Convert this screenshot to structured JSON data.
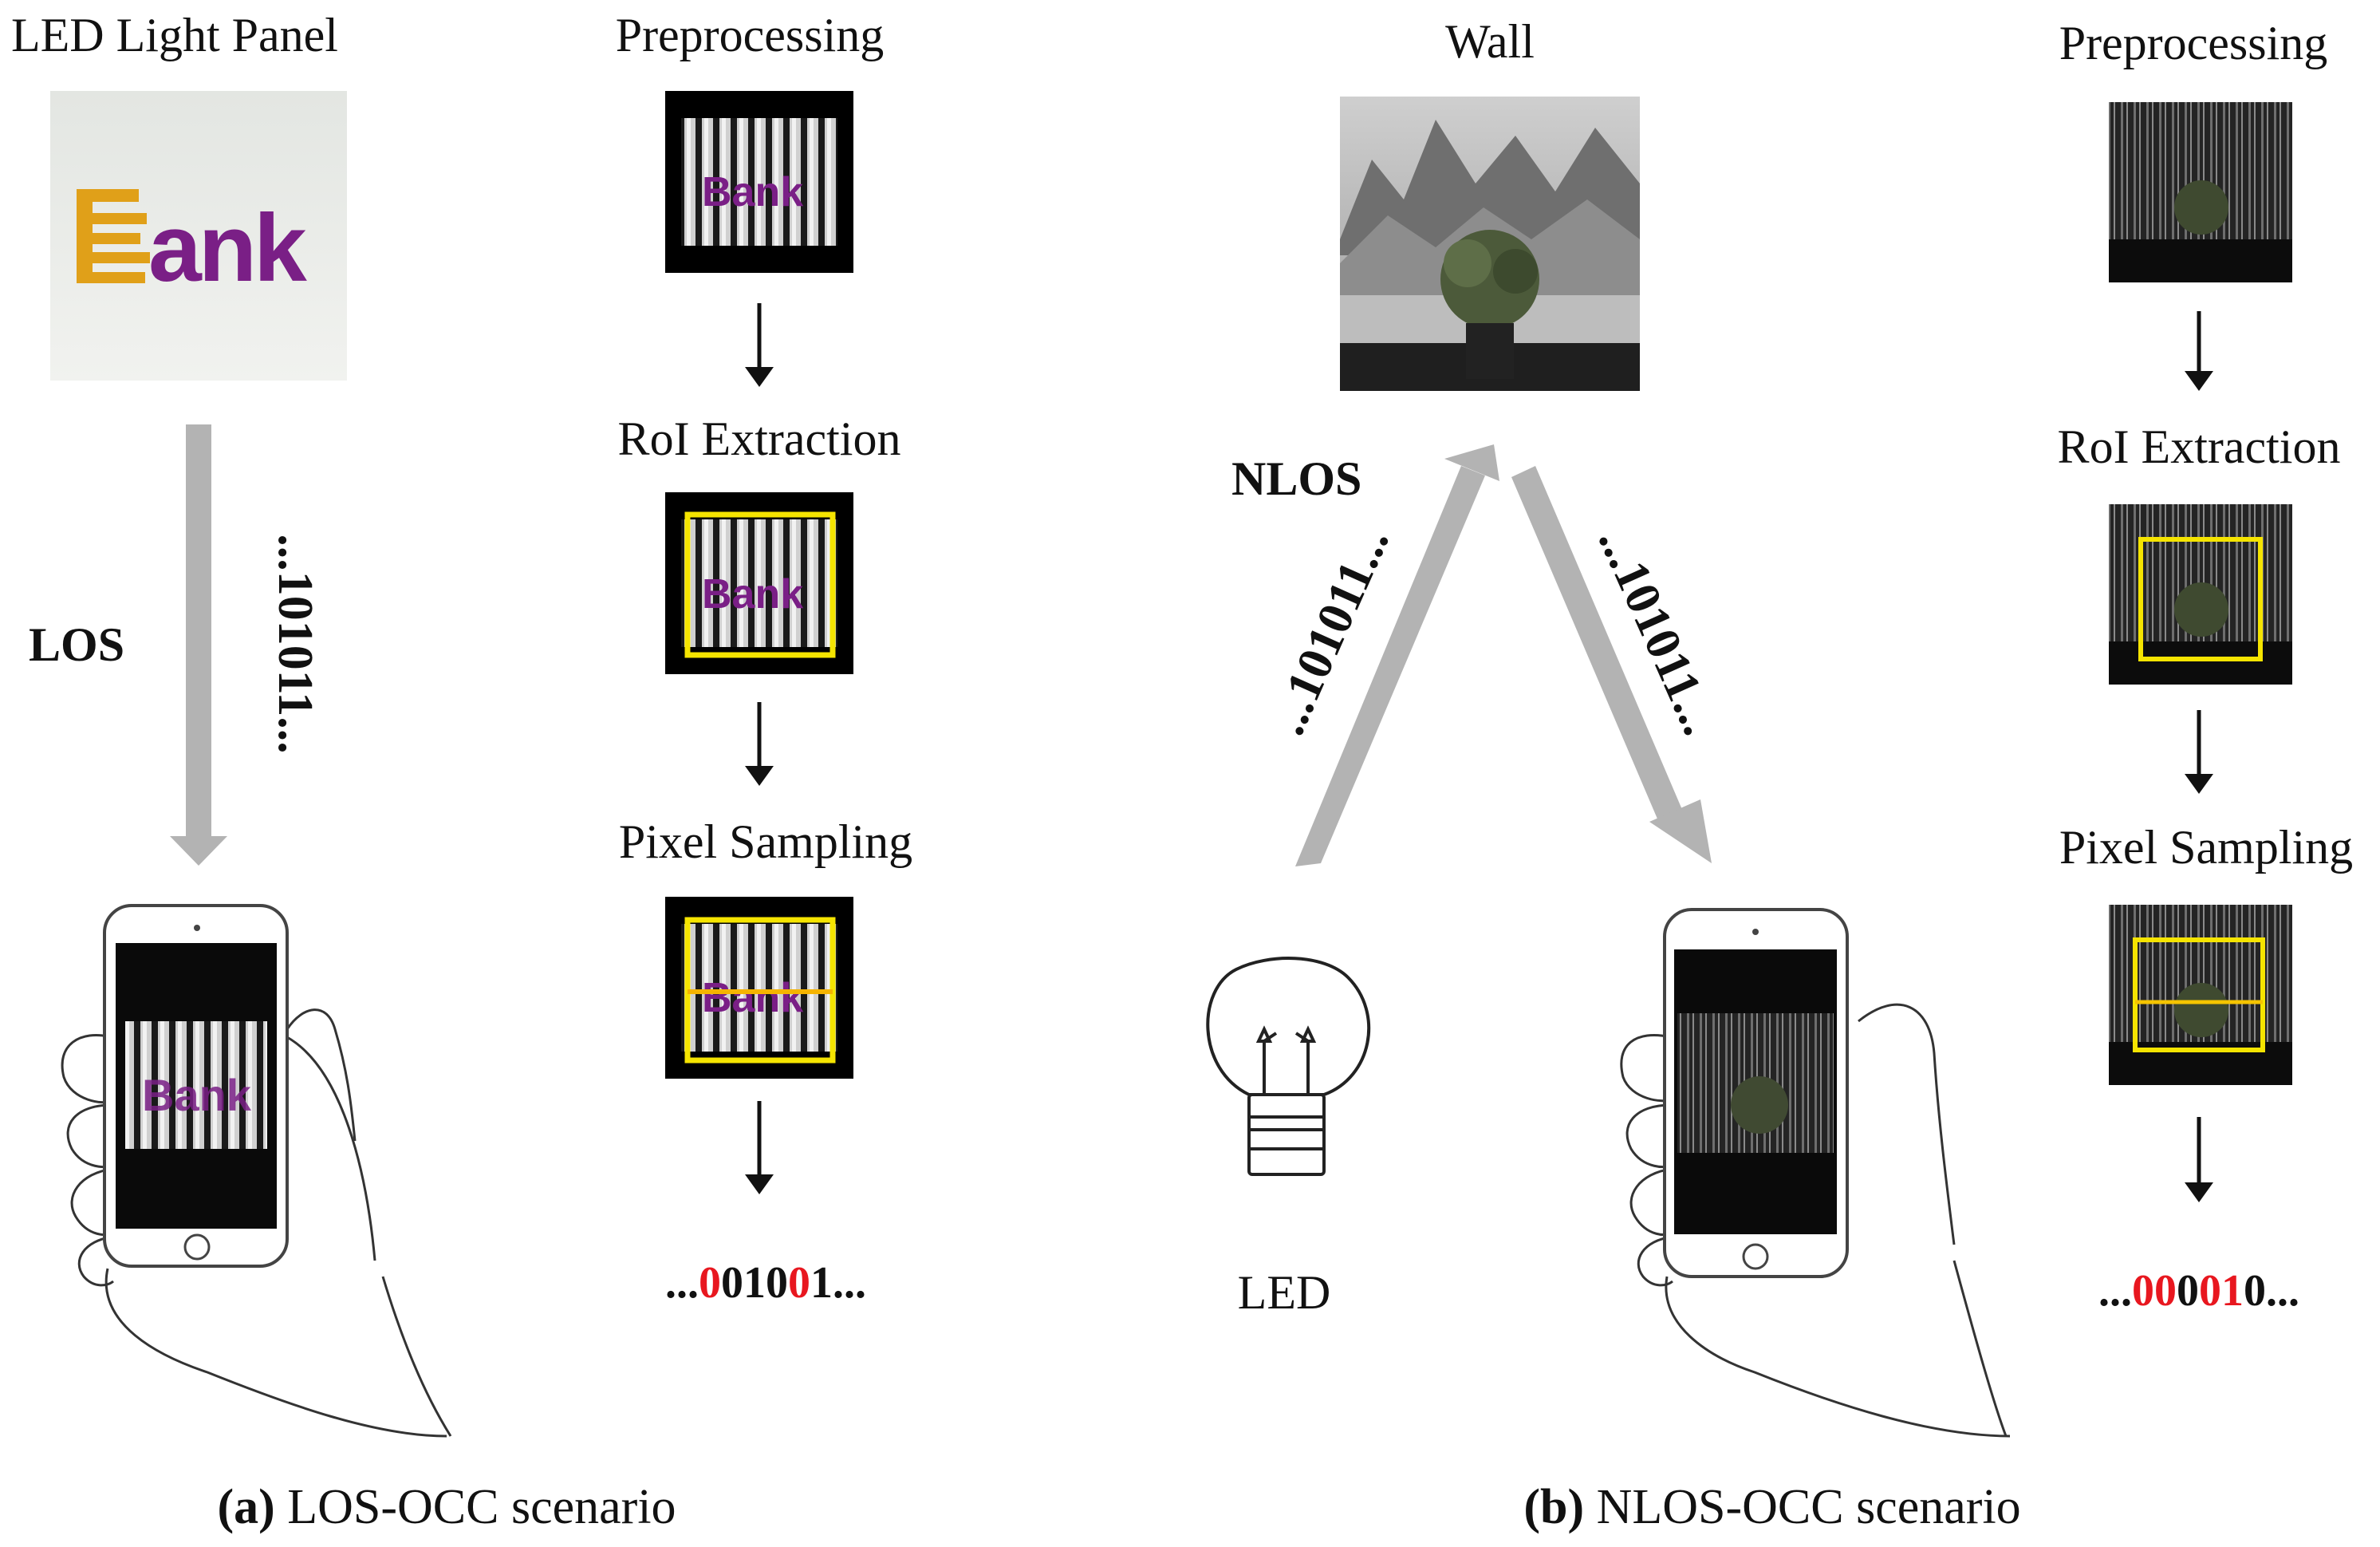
{
  "labels": {
    "led_panel": "LED Light Panel",
    "los": "LOS",
    "nlos": "NLOS",
    "wall": "Wall",
    "led": "LED",
    "preprocessing": "Preprocessing",
    "roi_extraction": "RoI Extraction",
    "pixel_sampling": "Pixel Sampling"
  },
  "logo": {
    "text": "Bank",
    "letter_b_color": "#e0a019",
    "letters_color": "#7a1f86"
  },
  "bitstreams": {
    "transmitted": "...101011...",
    "decoded_los": {
      "prefix": "...",
      "d1": "0",
      "d2": "010",
      "d3": "0",
      "d4": "1",
      "suffix": "..."
    },
    "decoded_nlos": {
      "prefix": "...",
      "d1": "00",
      "d2": "0",
      "d3": "01",
      "d4": "0",
      "suffix": "..."
    }
  },
  "captions": {
    "a_tag": "(a)",
    "a_text": "LOS-OCC scenario",
    "b_tag": "(b)",
    "b_text": "NLOS-OCC scenario"
  },
  "colors": {
    "roi_box": "#f5e400",
    "arrow_gray": "#b3b3b3",
    "error_bit": "#e8171f"
  }
}
